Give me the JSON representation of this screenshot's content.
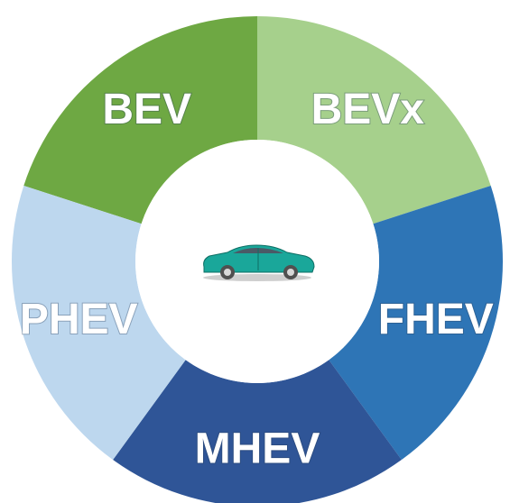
{
  "diagram": {
    "segments": [
      {
        "label": "BEV",
        "color": "#6ea843"
      },
      {
        "label": "BEVx",
        "color": "#a6d08c"
      },
      {
        "label": "FHEV",
        "color": "#2e75b6"
      },
      {
        "label": "MHEV",
        "color": "#2f5597"
      },
      {
        "label": "PHEV",
        "color": "#bdd7ee"
      }
    ],
    "center_icon": "car-icon",
    "car_colors": {
      "body": "#1aa79a",
      "window": "#4a5a66",
      "wheel": "#505050",
      "rim": "#d8d8d8"
    }
  }
}
